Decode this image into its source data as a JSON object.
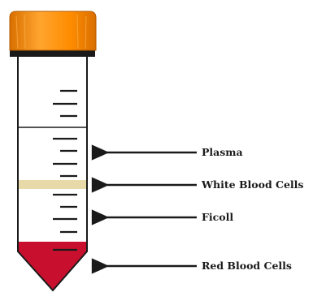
{
  "labels": {
    "plasma": "Plasma",
    "white_blood_cells": "White Blood Cells",
    "ficoll": "Ficoll",
    "red_blood_cells": "Red Blood Cells"
  },
  "colors": {
    "cap": "#FF8C00",
    "cap_light": "#FFA52E",
    "cap_dark": "#D96F00",
    "outline": "#1a1a1a",
    "buffy_coat": "#E8D9A8",
    "red_blood_cells": "#C8102E"
  },
  "icons": [
    "tube-cap",
    "graduation-marks",
    "arrow-left"
  ]
}
